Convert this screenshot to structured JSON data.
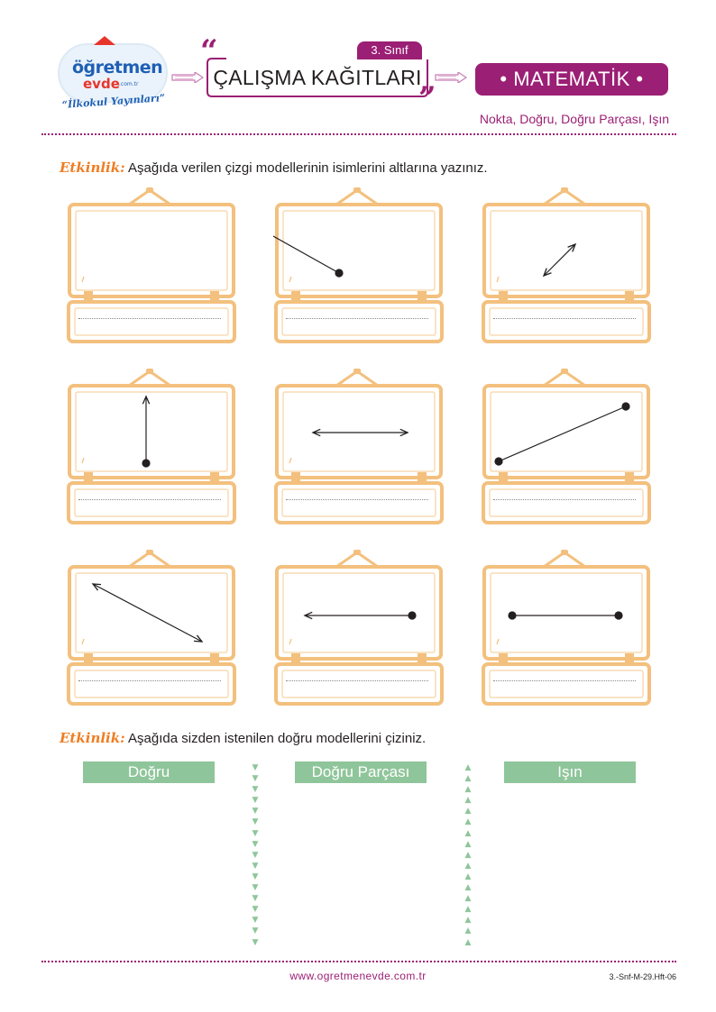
{
  "header": {
    "logo": {
      "word1": "öğretmen",
      "word2": "evde",
      "domain": ".com.tr",
      "tagline": "“İlkokul Yayınları”"
    },
    "grade_tag": "3. Sınıf",
    "title": "ÇALIŞMA KAĞITLARI",
    "subject": "•  MATEMATİK  •",
    "topic": "Nokta, Doğru, Doğru Parçası, Işın"
  },
  "activity1": {
    "label": "Etkinlik:",
    "instruction": "Aşağıda verilen çizgi modellerinin isimlerini altlarına yazınız.",
    "figures": [
      {
        "kind": "segment"
      },
      {
        "kind": "ray"
      },
      {
        "kind": "line"
      },
      {
        "kind": "ray"
      },
      {
        "kind": "line"
      },
      {
        "kind": "segment"
      },
      {
        "kind": "line"
      },
      {
        "kind": "ray"
      },
      {
        "kind": "segment"
      }
    ]
  },
  "activity2": {
    "label": "Etkinlik:",
    "instruction": "Aşağıda sizden istenilen doğru modellerini çiziniz.",
    "columns": [
      "Doğru",
      "Doğru Parçası",
      "Işın"
    ]
  },
  "footer": {
    "url": "www.ogretmenevde.com.tr",
    "code": "3.-Snf-M-29.Hft-06"
  },
  "colors": {
    "accent": "#9b1f74",
    "orange": "#ef7d22",
    "board": "#f3c07e",
    "green": "#8fc59a"
  }
}
